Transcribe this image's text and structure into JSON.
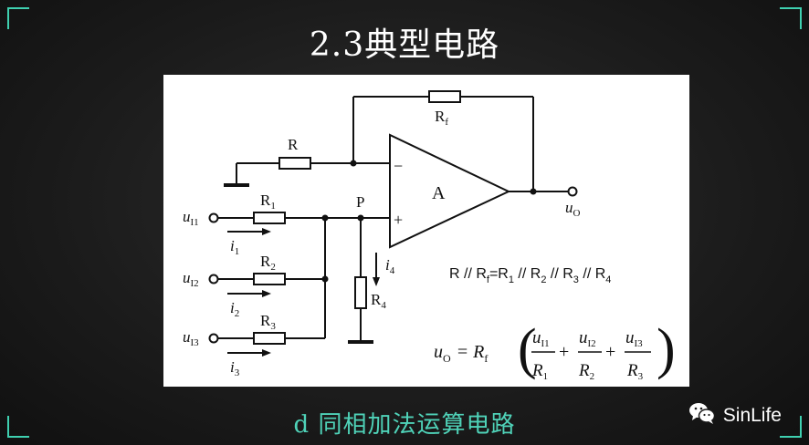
{
  "slide": {
    "title": "2.3典型电路",
    "caption": "d 同相加法运算电路",
    "brand": "SinLife",
    "accent_color": "#4fd2b8",
    "brand_icon": "wechat-icon"
  },
  "circuit": {
    "opamp_label": "A",
    "minus_label": "−",
    "plus_label": "+",
    "node_P": "P",
    "rf": "R",
    "rf_sub": "f",
    "r": "R",
    "r1": "R",
    "r1_sub": "1",
    "r2": "R",
    "r2_sub": "2",
    "r3": "R",
    "r3_sub": "3",
    "r4": "R",
    "r4_sub": "4",
    "u11": "u",
    "u11_sub": "I1",
    "u12": "u",
    "u12_sub": "I2",
    "u13": "u",
    "u13_sub": "I3",
    "i1": "i",
    "i1_sub": "1",
    "i2": "i",
    "i2_sub": "2",
    "i3": "i",
    "i3_sub": "3",
    "i4": "i",
    "i4_sub": "4",
    "uo": "u",
    "uo_sub": "O",
    "balance_condition": "R // R",
    "balance_f": "f",
    "balance_rest_1": "=R",
    "balance_s1": "1",
    "balance_rest_2": " // R",
    "balance_s2": "2",
    "balance_rest_3": " // R",
    "balance_s3": "3",
    "balance_rest_4": " // R",
    "balance_s4": "4",
    "eq_lhs": "u",
    "eq_lhs_sub": "O",
    "eq_eq": "= R",
    "eq_rf_sub": "f",
    "eq_num1": "u",
    "eq_num1_sub": "I1",
    "eq_den1": "R",
    "eq_den1_sub": "1",
    "eq_num2": "u",
    "eq_num2_sub": "I2",
    "eq_den2": "R",
    "eq_den2_sub": "2",
    "eq_num3": "u",
    "eq_num3_sub": "I3",
    "eq_den3": "R",
    "eq_den3_sub": "3",
    "eq_plus": "+"
  }
}
